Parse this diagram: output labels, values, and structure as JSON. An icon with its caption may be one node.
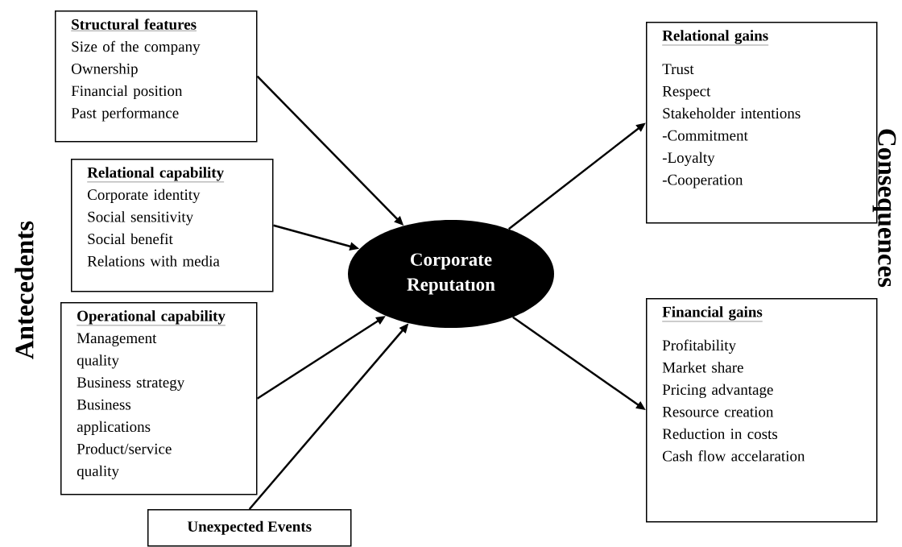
{
  "diagram": {
    "nodes": [
      {
        "text": [
          "Structural features",
          "Size of the company",
          "Ownership",
          "Financial position",
          "Past performance"
        ]
      },
      {
        "text": [
          "Relational capability",
          "Corporate identity",
          "Social sensitivity",
          "Social benefit",
          "Relations with media"
        ]
      },
      {
        "text": [
          "Operational capability",
          "Management quality",
          "Business strategy",
          "Business applications",
          "Product/service quality"
        ]
      },
      {
        "text": [
          "Unexpected Events"
        ]
      },
      {
        "text": [
          "Corporate Reputatıon"
        ]
      },
      {
        "text": [
          "Relational gains",
          "Trust",
          "Respect",
          "Stakeholder intentions",
          "-Commitment",
          "-Loyalty",
          "-Cooperation"
        ]
      },
      {
        "text": [
          "Financial gains",
          "Profitability",
          "Market share",
          "Pricing advantage",
          "Resource creation",
          "Reduction in costs",
          "Cash flow accelaration"
        ]
      }
    ],
    "edges": [
      {
        "from": 0,
        "to": 4,
        "arrow": "to"
      },
      {
        "from": 1,
        "to": 4,
        "arrow": "to"
      },
      {
        "from": 2,
        "to": 4,
        "arrow": "to"
      },
      {
        "from": 3,
        "to": 4,
        "arrow": "to"
      },
      {
        "from": 4,
        "to": 5,
        "arrow": "to"
      },
      {
        "from": 4,
        "to": 6,
        "arrow": "to"
      }
    ],
    "labels": [
      "Antecedents",
      "Consequences"
    ]
  }
}
